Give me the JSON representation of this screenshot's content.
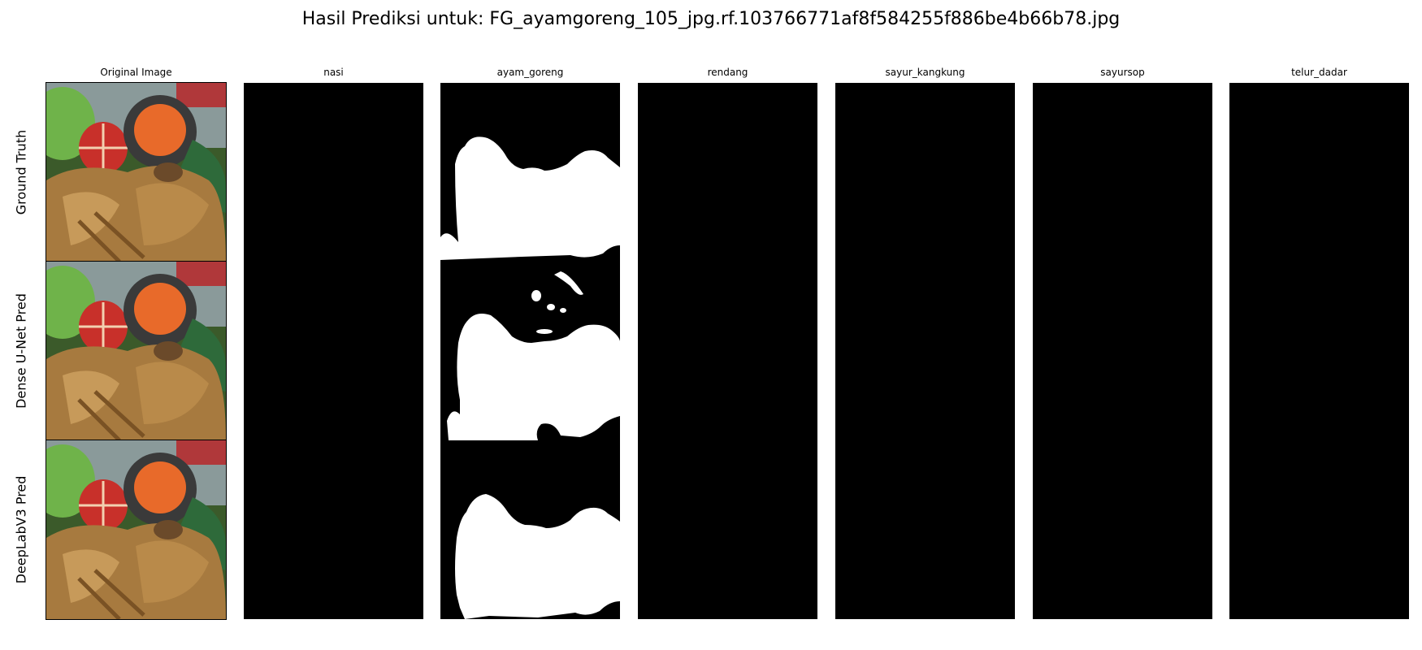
{
  "figure": {
    "title": "Hasil Prediksi untuk: FG_ayamgoreng_105_jpg.rf.103766771af8f584255f886be4b66b78.jpg"
  },
  "columns": [
    "Original Image",
    "nasi",
    "ayam_goreng",
    "rendang",
    "sayur_kangkung",
    "sayursop",
    "telur_dadar"
  ],
  "rows": [
    "Ground Truth",
    "Dense U-Net Pred",
    "DeepLabV3 Pred"
  ],
  "colors": {
    "mask_background": "#000000",
    "mask_foreground": "#ffffff"
  },
  "icons": {
    "photo": "fried-chicken-photo"
  }
}
